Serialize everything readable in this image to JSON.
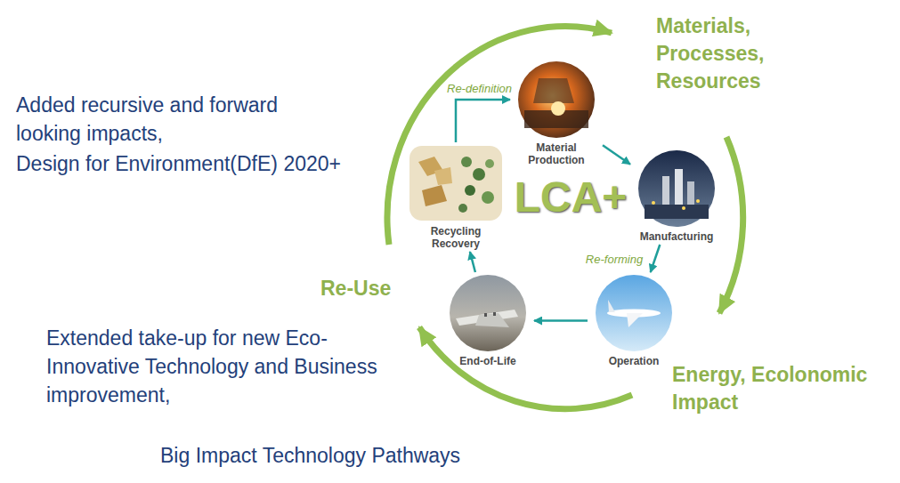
{
  "diagram": {
    "nodes": [
      {
        "text": [
          "Material Production"
        ]
      },
      {
        "text": [
          "Manufacturing"
        ]
      },
      {
        "text": [
          "Operation"
        ]
      },
      {
        "text": [
          "End-of-Life"
        ]
      },
      {
        "text": [
          "Recycling Recovery"
        ]
      }
    ],
    "edges": [
      {
        "from": 4,
        "to": 0,
        "arrow": "to",
        "label": "Re-definition"
      },
      {
        "from": 0,
        "to": 1,
        "arrow": "to"
      },
      {
        "from": 1,
        "to": 2,
        "arrow": "to",
        "label": "Re-forming"
      },
      {
        "from": 2,
        "to": 3,
        "arrow": "to"
      },
      {
        "from": 3,
        "to": 4,
        "arrow": "to"
      }
    ],
    "labels": [
      "Added recursive and forward looking impacts,",
      "Design for Environment(DfE) 2020+",
      "Materials, Processes, Resources",
      "LCA+",
      "Re-Use",
      "Extended take-up for new Eco-Innovative Technology and Business improvement,",
      "Energy, Ecolonomic Impact",
      "Big Impact Technology Pathways"
    ]
  }
}
